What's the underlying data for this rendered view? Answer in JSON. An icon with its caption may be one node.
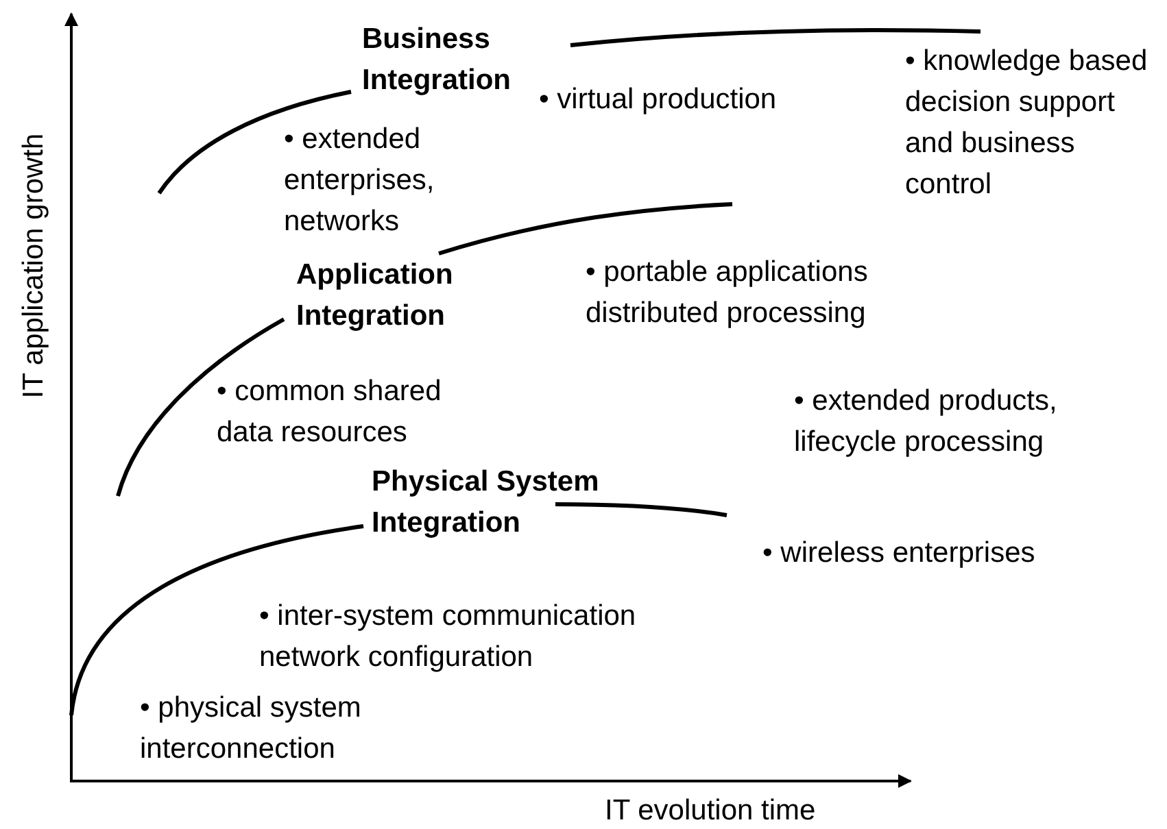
{
  "diagram": {
    "labels": [
      "Business Integration",
      "• virtual production",
      "• knowledge based decision support and business control",
      "• extended enterprises, networks",
      "Application Integration",
      "• portable applications distributed processing",
      "• common shared data resources",
      "• extended products, lifecycle processing",
      "Physical System Integration",
      "• wireless enterprises",
      "• inter-system communication network configuration",
      "• physical system interconnection",
      "IT application growth",
      "IT evolution time"
    ]
  }
}
